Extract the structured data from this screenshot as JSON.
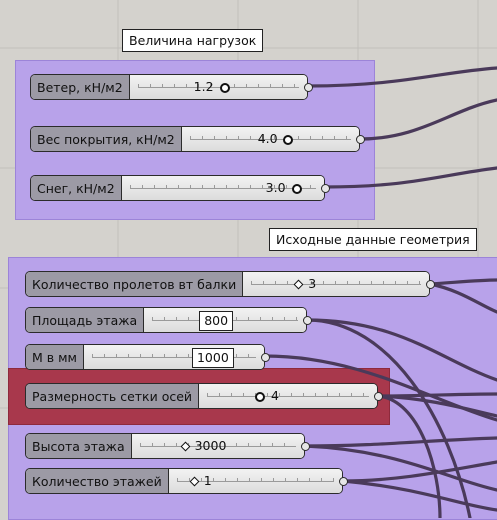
{
  "groups": [
    {
      "label": "Величина нагрузок",
      "sliders": [
        {
          "name": "Ветер, кН/м2",
          "value": "1.2",
          "knob": "circle"
        },
        {
          "name": "Вес покрытия, кН/м2",
          "value": "4.0",
          "knob": "circle"
        },
        {
          "name": "Снег, кН/м2",
          "value": "3.0",
          "knob": "circle"
        }
      ]
    },
    {
      "label": "Исходные данные геометрия",
      "sliders": [
        {
          "name": "Количество пролетов вт балки",
          "value": "3",
          "knob": "diamond"
        },
        {
          "name": "Площадь этажа",
          "value": "800",
          "knob": "box"
        },
        {
          "name": "М в мм",
          "value": "1000",
          "knob": "box"
        },
        {
          "name": "Размерность сетки осей",
          "value": "4",
          "knob": "circle"
        },
        {
          "name": "Высота этажа",
          "value": "3000",
          "knob": "diamond"
        },
        {
          "name": "Количество этажей",
          "value": "1",
          "knob": "diamond"
        }
      ]
    }
  ],
  "colors": {
    "canvas": "#d4d2cd",
    "group_fill": "#b8a2ea",
    "selected_group_fill": "#a8384c",
    "wire": "#4a3a5a"
  }
}
